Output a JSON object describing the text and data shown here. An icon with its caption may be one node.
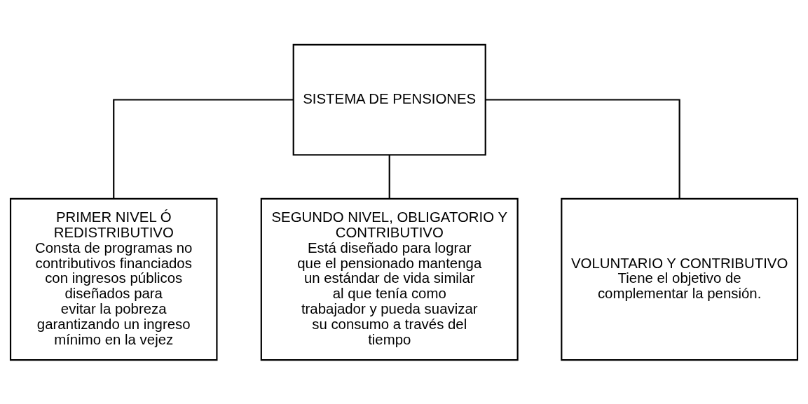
{
  "diagram": {
    "nodes": [
      {
        "text": [
          "SISTEMA DE PENSIONES"
        ]
      },
      {
        "text": [
          "PRIMER NIVEL Ó REDISTRIBUTIVO",
          "Consta de programas no contributivos financiados con ingresos públicos diseñados para",
          "evitar la pobreza garantizando un ingreso mínimo en la vejez"
        ]
      },
      {
        "text": [
          "SEGUNDO NIVEL, OBLIGATORIO Y CONTRIBUTIVO",
          "Está diseñado para lograr que el pensionado mantenga un estándar de vida similar al que tenía como",
          "trabajador y pueda suavizar su consumo a través del tiempo"
        ]
      },
      {
        "text": [
          "VOLUNTARIO Y CONTRIBUTIVO",
          "Tiene el objetivo de complementar la pensión."
        ]
      }
    ],
    "edges": [
      {
        "from": 0,
        "to": 1,
        "arrow": "none"
      },
      {
        "from": 0,
        "to": 2,
        "arrow": "none"
      },
      {
        "from": 0,
        "to": 3,
        "arrow": "none"
      }
    ]
  }
}
